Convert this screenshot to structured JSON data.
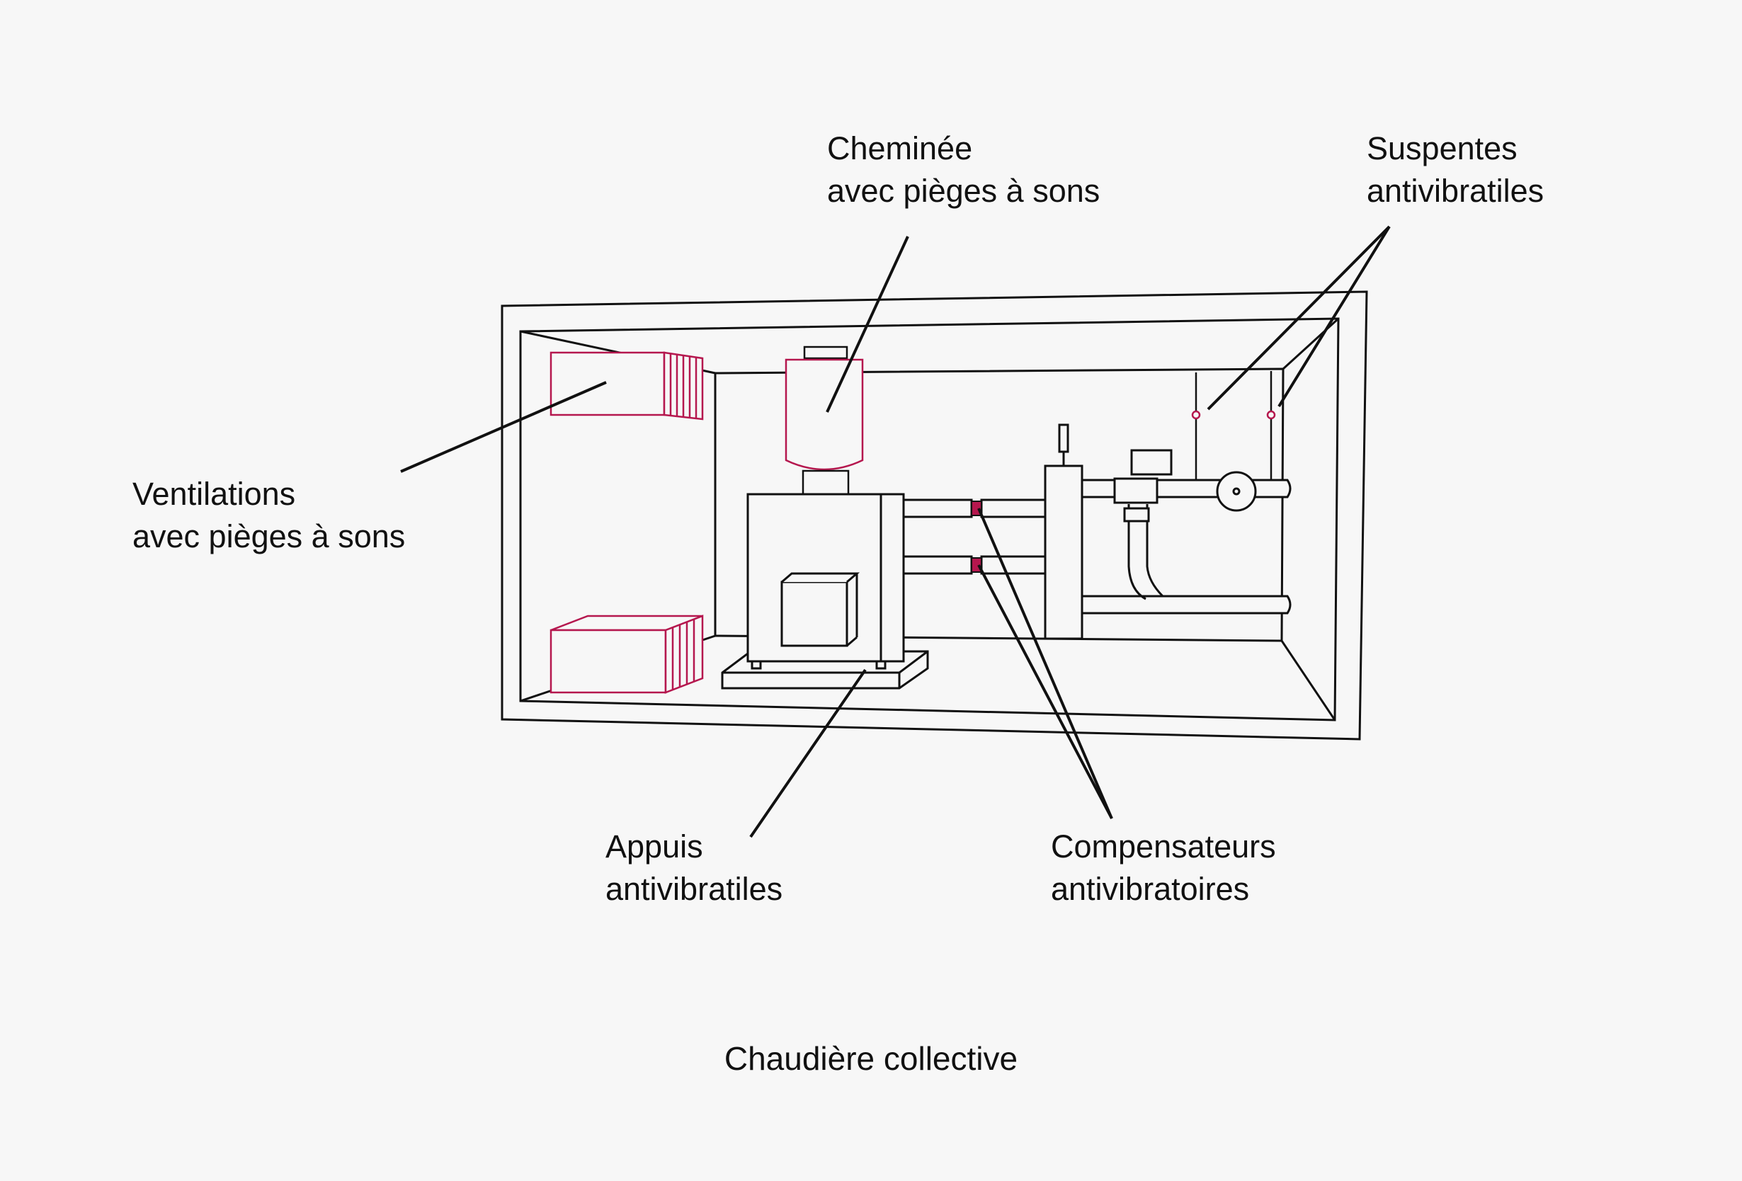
{
  "colors": {
    "background": "#f7f7f7",
    "line": "#111111",
    "accent": "#b5174e"
  },
  "labels": {
    "cheminee": [
      "Cheminée",
      "avec pièges à sons"
    ],
    "suspentes": [
      "Suspentes",
      "antivibratiles"
    ],
    "ventilations": [
      "Ventilations",
      "avec pièges à sons"
    ],
    "appuis": [
      "Appuis",
      "antivibratiles"
    ],
    "compensateurs": [
      "Compensateurs",
      "antivibratoires"
    ]
  },
  "caption": "Chaudière collective"
}
